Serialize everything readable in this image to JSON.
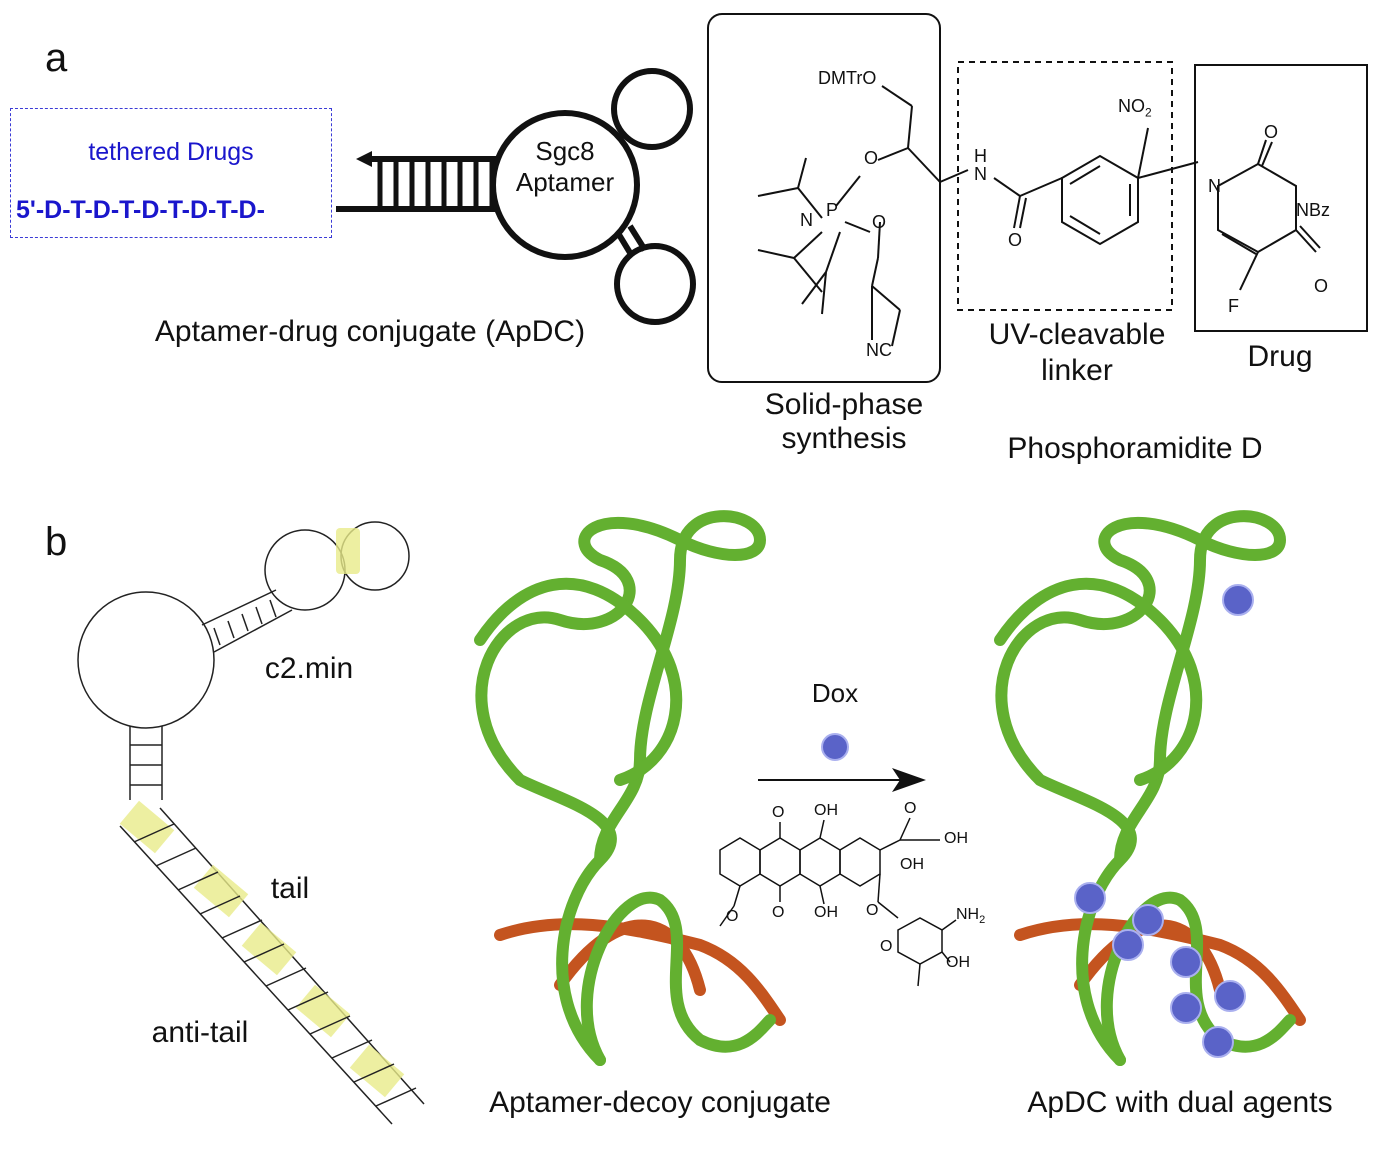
{
  "panel_a": {
    "letter": "a",
    "tethered_label": "tethered Drugs",
    "sequence": "5'-D-T-D-T-D-T-D-T-D-",
    "aptamer_line1": "Sgc8",
    "aptamer_line2": "Aptamer",
    "apdc_caption": "Aptamer-drug conjugate (ApDC)",
    "solid_phase_line1": "Solid-phase",
    "solid_phase_line2": "synthesis",
    "linker_line1": "UV-cleavable",
    "linker_line2": "linker",
    "drug_label": "Drug",
    "phosphoramidite_label": "Phosphoramidite D",
    "chem": {
      "dmtro": "DMTrO",
      "no2": "NO",
      "no2_sub": "2",
      "h": "H",
      "n_amide": "N",
      "o_amide": "O",
      "o_top": "O",
      "o_p": "O",
      "o_p2": "O",
      "n_p": "N",
      "p": "P",
      "nc": "NC",
      "n_ring": "N",
      "nbz": "NBz",
      "o_ring1": "O",
      "o_ring2": "O",
      "f": "F"
    }
  },
  "panel_b": {
    "letter": "b",
    "c2min_label": "c2.min",
    "tail_label": "tail",
    "antitail_label": "anti-tail",
    "dox_label": "Dox",
    "decoy_caption": "Aptamer-decoy conjugate",
    "dual_caption": "ApDC with dual agents",
    "dox_chem": {
      "oh1": "OH",
      "o1": "O",
      "oh2": "OH",
      "oh3": "OH",
      "o2": "O",
      "oh4": "OH",
      "o3": "O",
      "o4": "O",
      "nh2": "NH",
      "nh2_sub": "2",
      "o5": "O",
      "oh5": "OH"
    }
  },
  "colors": {
    "sequence_blue": "#1a16cc",
    "dashed_box_blue": "#3b3bd6",
    "helix_green": "#63b030",
    "helix_orange": "#c4541f",
    "sphere_blue": "#5a63c8",
    "highlight_yellow": "#e9ec8a"
  }
}
